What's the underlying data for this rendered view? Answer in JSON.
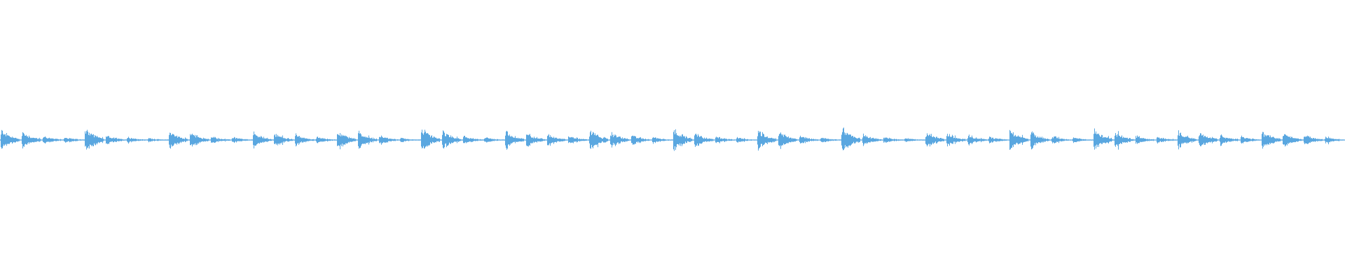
{
  "waveform": {
    "color": "#5aa7e0",
    "bar_count": 32,
    "segment_envelope": [
      [
        0.55,
        0.45,
        0.22,
        0.18
      ],
      [
        0.7,
        0.25,
        0.18,
        0.12
      ],
      [
        0.5,
        0.42,
        0.2,
        0.16
      ],
      [
        0.4,
        0.35,
        0.3,
        0.2
      ],
      [
        0.52,
        0.45,
        0.25,
        0.12
      ],
      [
        0.6,
        0.5,
        0.22,
        0.16
      ],
      [
        0.45,
        0.4,
        0.35,
        0.25
      ],
      [
        0.55,
        0.42,
        0.28,
        0.18
      ],
      [
        0.62,
        0.4,
        0.2,
        0.14
      ],
      [
        0.55,
        0.48,
        0.24,
        0.16
      ],
      [
        0.68,
        0.3,
        0.18,
        0.12
      ],
      [
        0.45,
        0.38,
        0.28,
        0.2
      ],
      [
        0.52,
        0.46,
        0.22,
        0.14
      ],
      [
        0.58,
        0.42,
        0.26,
        0.18
      ],
      [
        0.5,
        0.44,
        0.28,
        0.22
      ],
      [
        0.48,
        0.4,
        0.3,
        0.18
      ]
    ]
  }
}
